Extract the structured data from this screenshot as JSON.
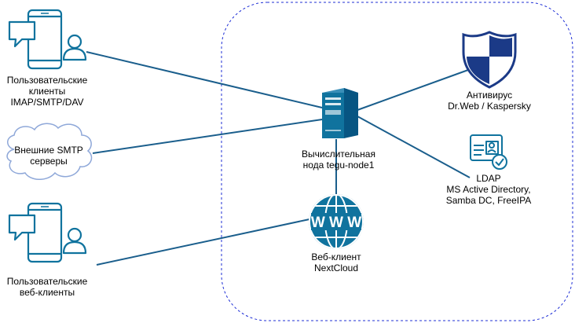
{
  "nodes": {
    "user_clients": {
      "lines": [
        "Пользовательские",
        "клиенты",
        "IMAP/SMTP/DAV"
      ],
      "icon": "mobile-user-icon"
    },
    "external_smtp": {
      "lines": [
        "Внешние SMTP",
        "серверы"
      ],
      "icon": "cloud-icon"
    },
    "web_clients": {
      "lines": [
        "Пользовательские",
        "веб-клиенты"
      ],
      "icon": "mobile-user-icon"
    },
    "compute_node": {
      "lines": [
        "Вычислительная",
        "нода tegu-node1"
      ],
      "icon": "server-icon"
    },
    "web_client": {
      "lines": [
        "Веб-клиент",
        "NextCloud"
      ],
      "icon": "www-globe-icon",
      "globe_text": "W W W"
    },
    "antivirus": {
      "lines": [
        "Антивирус",
        "Dr.Web / Kaspersky"
      ],
      "icon": "shield-icon"
    },
    "ldap": {
      "lines": [
        "LDAP",
        "MS Active Directory,",
        "Samba DC, FreeIPA"
      ],
      "icon": "id-card-icon"
    }
  },
  "colors": {
    "connector": "#1a5e8c",
    "icon_blue": "#10739e",
    "icon_dark": "#075582",
    "boundary": "#1f2fd6",
    "cloud_stroke": "#8fa8d9",
    "shield": "#1b3a87"
  }
}
